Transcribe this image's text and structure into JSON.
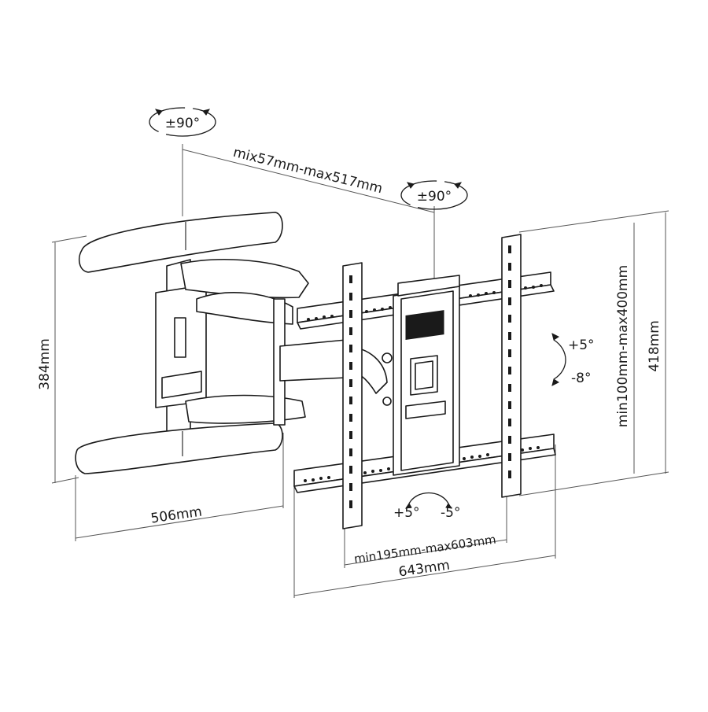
{
  "labels": {
    "rot_top_left": "±90°",
    "rot_top_mid": "±90°",
    "arm_extension": "mix57mm-max517mm",
    "height_left": "384mm",
    "width_bottom_left": "506mm",
    "vesa_vertical": "min100mm-max400mm",
    "height_right": "418mm",
    "tilt_up": "+5°",
    "tilt_down": "-8°",
    "swivel_left": "+5°",
    "swivel_right": "-5°",
    "vesa_horizontal": "min195mm-max603mm",
    "width_bottom": "643mm"
  },
  "colors": {
    "line": "#1a1a1a",
    "dimension": "#555555",
    "background": "#ffffff"
  }
}
